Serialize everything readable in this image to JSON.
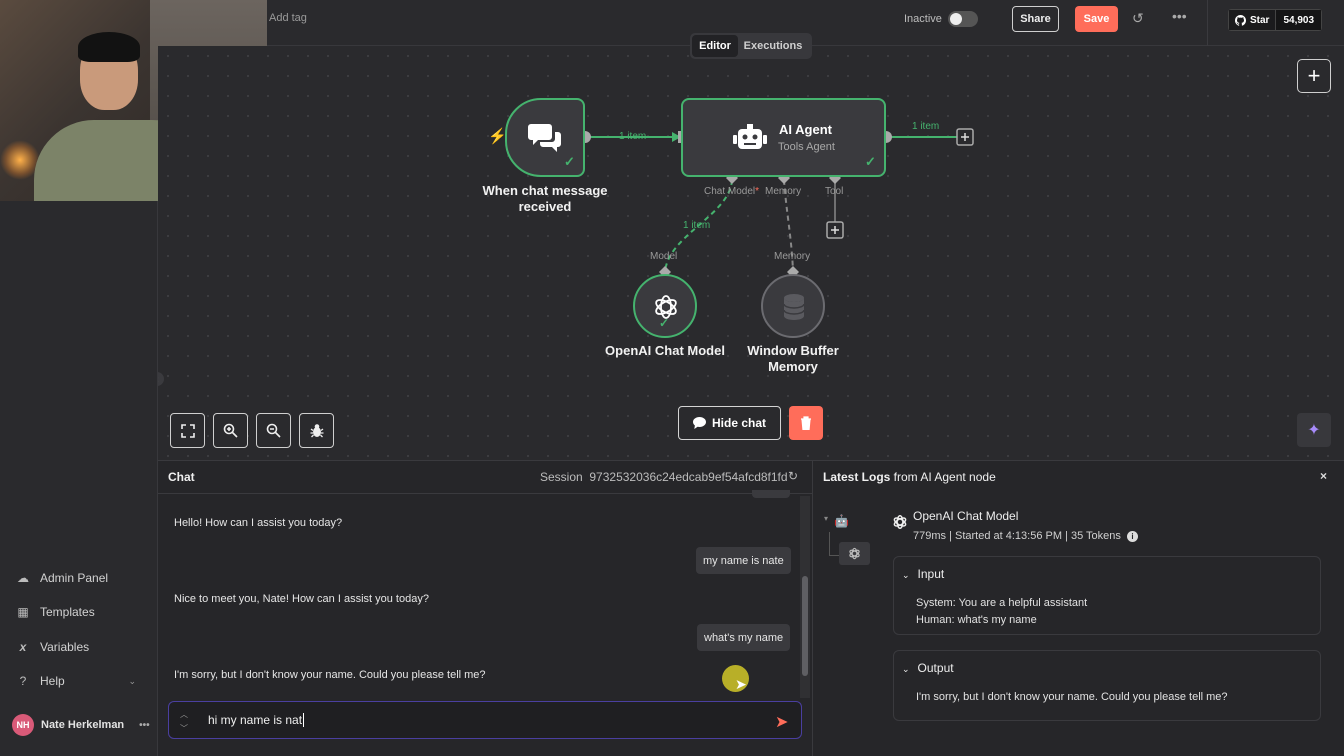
{
  "topbar": {
    "add_tag": "Add tag",
    "inactive_label": "Inactive",
    "share_label": "Share",
    "save_label": "Save",
    "github_star_label": "Star",
    "github_star_count": "54,903"
  },
  "tabs": [
    {
      "label": "Editor",
      "active": true
    },
    {
      "label": "Executions",
      "active": false
    }
  ],
  "sidebar": {
    "items": [
      {
        "label": "Admin Panel",
        "icon": "cloud-icon"
      },
      {
        "label": "Templates",
        "icon": "templates-icon"
      },
      {
        "label": "Variables",
        "icon": "variables-icon"
      },
      {
        "label": "Help",
        "icon": "help-icon"
      }
    ],
    "user": {
      "initials": "NH",
      "name": "Nate Herkelman"
    }
  },
  "canvas": {
    "nodes": {
      "trigger": {
        "label_line1": "When chat message",
        "label_line2": "received"
      },
      "agent": {
        "title": "AI Agent",
        "subtitle": "Tools Agent"
      },
      "openai": {
        "label": "OpenAI Chat Model"
      },
      "memory": {
        "label_line1": "Window Buffer",
        "label_line2": "Memory"
      }
    },
    "connections": {
      "trigger_to_agent": "1 item",
      "agent_out": "1 item",
      "model_link": "1 item"
    },
    "ports": {
      "chat_model": "Chat Model",
      "chat_model_required": "*",
      "memory": "Memory",
      "tool": "Tool",
      "model_input": "Model",
      "memory_input": "Memory"
    },
    "hide_chat_label": "Hide chat"
  },
  "chat": {
    "title": "Chat",
    "session_label": "Session",
    "session_id": "9732532036c24edcab9ef54afcd8f1fd",
    "messages": [
      {
        "role": "bot",
        "text": "Hello! How can I assist you today?"
      },
      {
        "role": "user",
        "text": "my name is nate"
      },
      {
        "role": "bot",
        "text": "Nice to meet you, Nate! How can I assist you today?"
      },
      {
        "role": "user",
        "text": "what's my name"
      },
      {
        "role": "bot",
        "text": "I'm sorry, but I don't know your name. Could you please tell me?"
      }
    ],
    "input_value": "hi my name is nat"
  },
  "logs": {
    "title_bold": "Latest Logs",
    "title_rest": " from AI Agent node",
    "model_name": "OpenAI Chat Model",
    "meta": "779ms | Started at 4:13:56 PM | 35 Tokens",
    "input_header": "Input",
    "input_lines": [
      "System: You are a helpful assistant",
      "Human: what's my name"
    ],
    "output_header": "Output",
    "output_text": "I'm sorry, but I don't know your name. Could you please tell me?"
  },
  "colors": {
    "accent": "#ff6d5a",
    "success": "#45b36e",
    "background": "#2a2a2d"
  }
}
